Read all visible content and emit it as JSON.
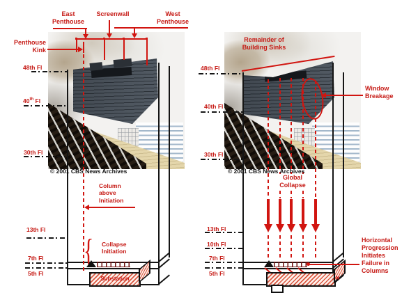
{
  "colors": {
    "annotation_red": "#c61a15",
    "line_black": "#151515",
    "hatch_red": "#d6462d"
  },
  "left": {
    "top_labels": {
      "east_penthouse": "East\nPenthouse",
      "screenwall": "Screenwall",
      "west_penthouse": "West\nPenthouse",
      "penthouse_kink": "Penthouse\nKink"
    },
    "floors": [
      {
        "label": "48th Fl"
      },
      {
        "num": "40",
        "sup": "th",
        "suffix": " Fl"
      },
      {
        "label": "30th Fl"
      },
      {
        "label": "13th Fl"
      },
      {
        "label": "7th Fl"
      },
      {
        "label": "5th Fl"
      }
    ],
    "annotations": {
      "column_above": "Column\nabove\nInitiation",
      "collapse_initiation": "Collapse\nInitiation",
      "substation": "Substation"
    },
    "copyright": "© 2001 CBS News Archives"
  },
  "right": {
    "top_label": "Remainder of\nBuilding Sinks",
    "floors": [
      {
        "label": "48th Fl"
      },
      {
        "label": "40th Fl"
      },
      {
        "label": "30th Fl"
      },
      {
        "label": "13th Fl"
      },
      {
        "label": "10th Fl"
      },
      {
        "label": "7th Fl"
      },
      {
        "label": "5th Fl"
      }
    ],
    "annotations": {
      "window_breakage": "Window\nBreakage",
      "global_collapse": "Global\nCollapse",
      "horizontal_progression": "Horizontal\nProgression\nInitiates\nFailure in\nColumns"
    },
    "copyright": "© 2001 CBS News Archives"
  }
}
